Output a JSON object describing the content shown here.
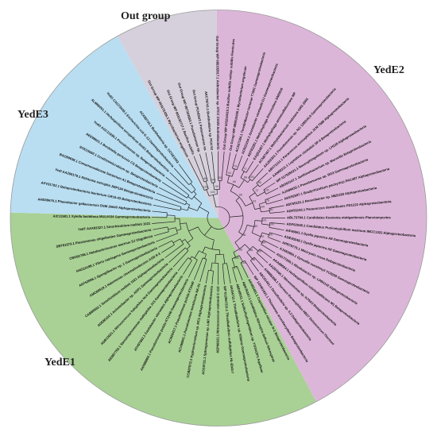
{
  "clades": [
    {
      "name": "Out group",
      "color": "#d6d0dc",
      "start": -29,
      "end": -0.5
    },
    {
      "name": "YedE2",
      "color": "#dcb6d8",
      "start": -0.5,
      "end": 152
    },
    {
      "name": "YedE1",
      "color": "#a9d195",
      "start": 152,
      "end": 271.5
    },
    {
      "name": "YedE3",
      "color": "#b9def1",
      "start": 271.5,
      "end": 331
    }
  ],
  "leaves": [
    {
      "label": "Out Group WP 003172426.1 Mycobacterium angelicum",
      "clade": "Out group"
    },
    {
      "label": "Out Group WP 003192717.1 Bacillus subtilis",
      "clade": "Out group"
    },
    {
      "label": "Out Group WP 087302883.1 Pseudomonas sp.",
      "clade": "Out group"
    },
    {
      "label": "Out Group PCH5547.1 Polaromonas sp.",
      "clade": "Out group"
    },
    {
      "label": "AKC78741.1 Burkholderia sp. PCH 52",
      "clade": "Out group"
    },
    {
      "label": "Out Group WP 085192917.1 Arthrobacter sp. ATCC 21022 Actinobacteria",
      "clade": "Out group"
    },
    {
      "label": "Out Group WP 003210419.1 Bacillus subtilis subsp. subtilis Firmicutes",
      "clade": "Out group"
    },
    {
      "label": "Out Group WP 089510426.1 Mycobacterium angelicum",
      "clade": "YedE2"
    },
    {
      "label": "ACS27184.1 Teredinibacter turnerae T7901 Gammaproteobacteria",
      "clade": "YedE2"
    },
    {
      "label": "ACR21154.1 Azotobacter vinelandii DJ Gammaproteobacteria",
      "clade": "YedE2"
    },
    {
      "label": "AEF82281.1 Methylophaga thiooxydans DMS010",
      "clade": "YedE2"
    },
    {
      "label": "EAQ52467.1 Methylophaga aminisulfidivorans MP",
      "clade": "YedE2"
    },
    {
      "label": "ACN87467.1 Methylobacterium nodulans ORS 2060",
      "clade": "YedE2"
    },
    {
      "label": "AAZ83331.1 Pseudomonas sp. NG 12BDAL9 Gammaproteobacteria",
      "clade": "YedE2"
    },
    {
      "label": "ABV71211.1 Paracoccus aminophilus JCM 7686 Alphaproteobacteria",
      "clade": "YedE2"
    },
    {
      "label": "AAN00211.1 Leptothrix cholodnii SP-6 Betaproteobacteria",
      "clade": "YedE2"
    },
    {
      "label": "WP 017928421.1 Novosphingobium sp. LH128 Alphaproteobacteria",
      "clade": "YedE2"
    },
    {
      "label": "ABO92147.1 Janthinobacterium sp. Marseille Betaproteobacteria",
      "clade": "YedE2"
    },
    {
      "label": "AJA86632.1 Pseudomonas sp. BG3 Gammaproteobacteria",
      "clade": "YedE2"
    },
    {
      "label": "AKK92597.1 Bradyrhizobium pachyrhizi PAC48T Alphaproteobacteria",
      "clade": "YedE2"
    },
    {
      "label": "ADF55151.1 Roseobacter sp. MED193 Alphaproteobacteria",
      "clade": "YedE2"
    },
    {
      "label": "ADF55193.1 Paracoccus denitrificans PD1222 Alphaproteobacteria",
      "clade": "YedE2"
    },
    {
      "label": "ABL73784.1 Candidatus Kuenenia stuttgartiensis Planctomycetes",
      "clade": "YedE2"
    },
    {
      "label": "ADF62048.1 Candidatus Puniceispirillum marinum IMCC1322 Alphaproteobacteria",
      "clade": "YedE2"
    },
    {
      "label": "AIF46061.1 Dyella japonica A8 Gammaproteobacteria",
      "clade": "YedE2"
    },
    {
      "label": "ADE40248.1 Dyella japonica A8 Gammaproteobacteria",
      "clade": "YedE2"
    },
    {
      "label": "APR79775.1 Minicystis rosea Deltaproteobacteria",
      "clade": "YedE2"
    },
    {
      "label": "AJX83950.1 Gynuella sunshinyii YC6258 Gammaproteobacteria",
      "clade": "YedE2"
    },
    {
      "label": "ADG77335.1 Rhodobacter sp. LPB0142 Alphaproteobacteria",
      "clade": "YedE2"
    },
    {
      "label": "AKA89684.1 Herbaspirillum rubrisubalbicans M1 Betaproteobacteria",
      "clade": "YedE2"
    },
    {
      "label": "AAZ87040.1 Nitrosomonas sp. Is79A3 Betaproteobacteria",
      "clade": "YedE2"
    },
    {
      "label": "AHM88288.1 Thermus thermophilus HB27 Deinococcus-Thermus",
      "clade": "YedE2"
    },
    {
      "label": "ABC81401.1 Desulfovibrio sp. 0.2 Deltaproteobacteria",
      "clade": "YedE2"
    },
    {
      "label": "WP 124461821.1 Thiomonas arsenitoxydans Betaproteobacteria",
      "clade": "YedE2"
    },
    {
      "label": "AKH93451.1 Cupriavidus necator N-1 Betaproteobacteria",
      "clade": "YedE2"
    },
    {
      "label": "ABN76347.1 Candidatus Nitrospira defluvii Nitrospirae",
      "clade": "YedE2"
    },
    {
      "label": "ABD49011.1 Sulfurihydrogenibium sp. YO3AOP1 Aquificae",
      "clade": "YedE2"
    },
    {
      "label": "AKI34711.1 Thioalkalivibrio sp. K90mix Gammaproteobacteria",
      "clade": "YedE1"
    },
    {
      "label": "WP 012567211.1 Thioalkalivibrio sulfidiphilus HL-EbGr7",
      "clade": "YedE1"
    },
    {
      "label": "AEP96621.1 Nitrosococcus watsonii C-113",
      "clade": "YedE1"
    },
    {
      "label": "ACI19721.1 Sphingomonas sp. LM7 Alphaproteobacteria",
      "clade": "YedE1"
    },
    {
      "label": "CCB87972.1 Hyphomicrobium sp. MC1 Alphaproteobacteria",
      "clade": "YedE1"
    },
    {
      "label": "ACV80841.1 Pseudomonas mendocina NK-01",
      "clade": "YedE1"
    },
    {
      "label": "ACN26417.1 Pseudomonas putida KT2440",
      "clade": "YedE1"
    },
    {
      "label": "AAN88882.1 Pseudomonas putida KT2440 Gammaproteobacteria",
      "clade": "YedE1"
    },
    {
      "label": "ATH97862.1 Caulobacter vibrioides Alphaproteobacteria",
      "clade": "YedE1"
    },
    {
      "label": "AEB87703.1 Stenotrophomonas maltophilia JV3 Gammaproteobacteria",
      "clade": "YedE1"
    },
    {
      "label": "ADB13021.1 Nitrosococcus halophilus Nc4 Gammaproteobacteria",
      "clade": "YedE1"
    },
    {
      "label": "ADE80102.1 Acinetobacter sp. ADP1 Gammaproteobacteria",
      "clade": "YedE1"
    },
    {
      "label": "CAB89832.1 Sinorhizobium meliloti 1021 Alphaproteobacteria",
      "clade": "YedE1"
    },
    {
      "label": "AMC88519.1 Halomonas chromatireducens AGD 8-3",
      "clade": "YedE1"
    },
    {
      "label": "AKF53996.1 Spongiibacter sp. 1 Gammaproteobacteria",
      "clade": "YedE1"
    },
    {
      "label": "ANG24198.1 Vibrio natriegens Gammaproteobacteria",
      "clade": "YedE1"
    },
    {
      "label": "CBG82798.1 Halobacteriovorax marinus SJ Oligoflexia",
      "clade": "YedE1"
    },
    {
      "label": "SBT61573.1 Plesiomonas shigelloides Gammaproteobacteria",
      "clade": "YedE1"
    },
    {
      "label": "YedT AAX83327.1 Sinorhizobium meliloti 1021",
      "clade": "YedE1"
    },
    {
      "label": "AIC11581.1 Xylella fastidiosa MUL0034 Gammaproteobacteria",
      "clade": "YedE1"
    },
    {
      "label": "AHD09676.1 Phaeobacter gallaeciensis DSM 26640 Alphaproteobacteria",
      "clade": "YedE1"
    },
    {
      "label": "APV31792.1 Betaproteobacteria bacterium GR16-43 Betaproteobacteria",
      "clade": "YedE3"
    },
    {
      "label": "YedI AAZ60179.1 Ralstonia eutropha JMP134 Betaproteobacteria",
      "clade": "YedE3"
    },
    {
      "label": "BAO90636.1 Comamonadaceae bacterium A1 Betaproteobacteria",
      "clade": "YedE3"
    },
    {
      "label": "SOE15660.1 Ornithinimicrobium sp. Betaproteobacteria",
      "clade": "YedE3"
    },
    {
      "label": "AEE98601.1 Bordetella pertussis CS Betaproteobacteria",
      "clade": "YedE3"
    },
    {
      "label": "YedO AGC11939.1 Pseudomonas sp. Betaproteobacteria",
      "clade": "YedE3"
    },
    {
      "label": "ALM66061.1 Herbaspirillum seropedicae SmR1 Betaproteobacteria",
      "clade": "YedE3"
    },
    {
      "label": "YedO CAG73448.1 Escherichia coli K-12 Gammaproteobacteria",
      "clade": "YedE3"
    },
    {
      "label": "ACX55743.1 Burkholderia sp. CCGE1003",
      "clade": "YedE3"
    }
  ],
  "bootstraps": [
    "98",
    "100",
    "100",
    "83",
    "99",
    "100",
    "79",
    "91",
    "71",
    "100",
    "88",
    "60",
    "90",
    "100",
    "72",
    "76",
    "81",
    "100",
    "93",
    "69",
    "100",
    "100",
    "95",
    "64",
    "92",
    "80",
    "99",
    "58",
    "66",
    "100",
    "87",
    "100",
    "98",
    "56"
  ]
}
